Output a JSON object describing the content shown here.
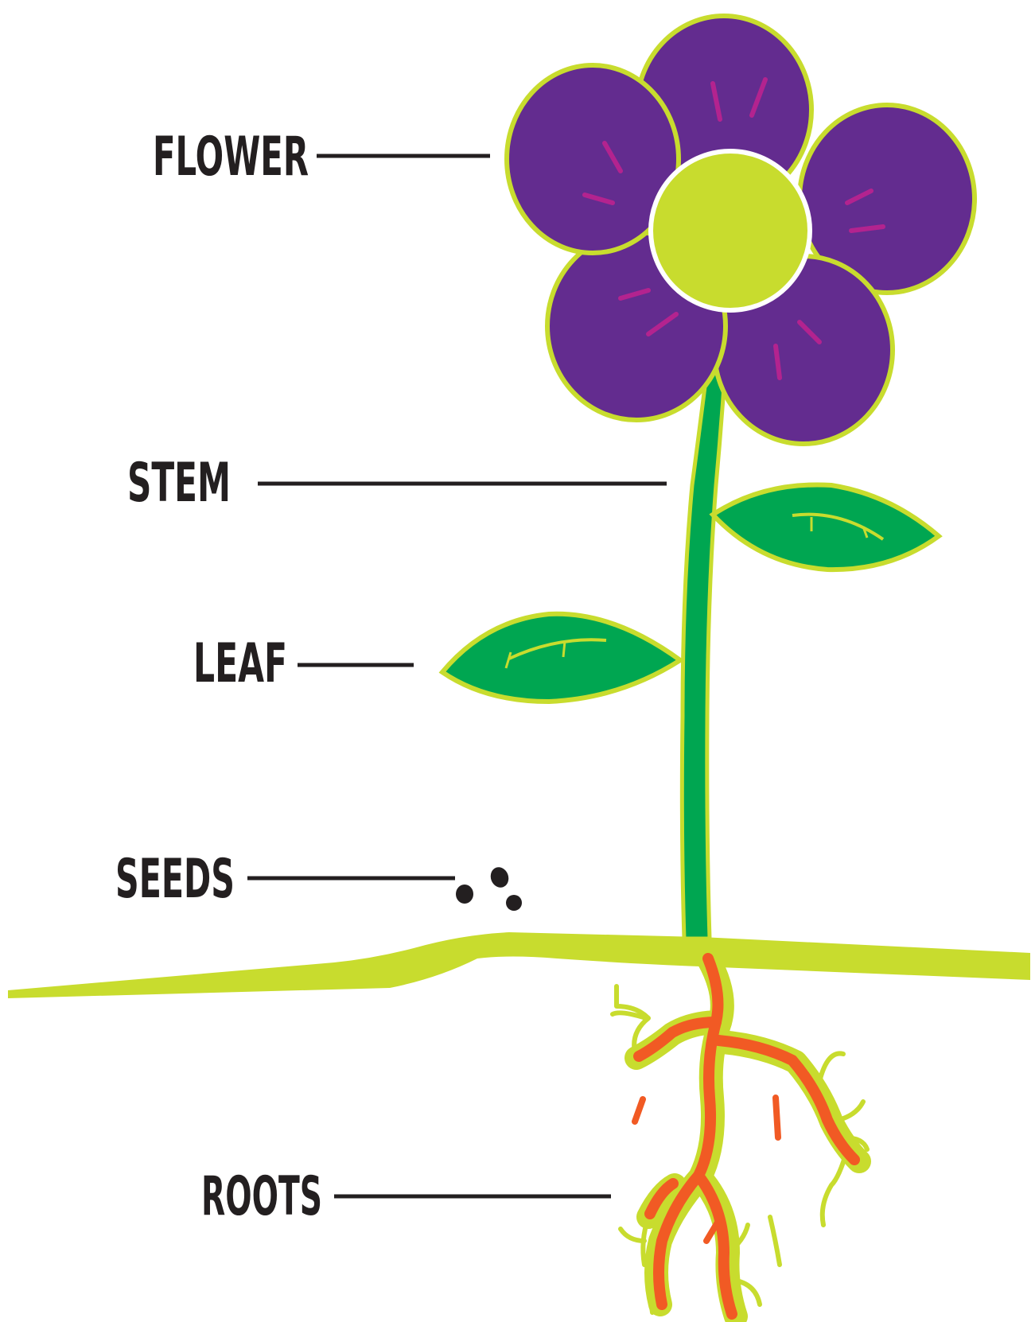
{
  "labels": {
    "flower": "FLOWER",
    "stem": "STEM",
    "leaf": "LEAF",
    "seeds": "SEEDS",
    "roots": "ROOTS"
  },
  "colors": {
    "petal": "#632c8f",
    "petal_mark": "#b3238f",
    "outline": "#c8dc2e",
    "stem": "#00a651",
    "leaf": "#00a651",
    "root": "#f15a24",
    "label": "#231f20"
  }
}
